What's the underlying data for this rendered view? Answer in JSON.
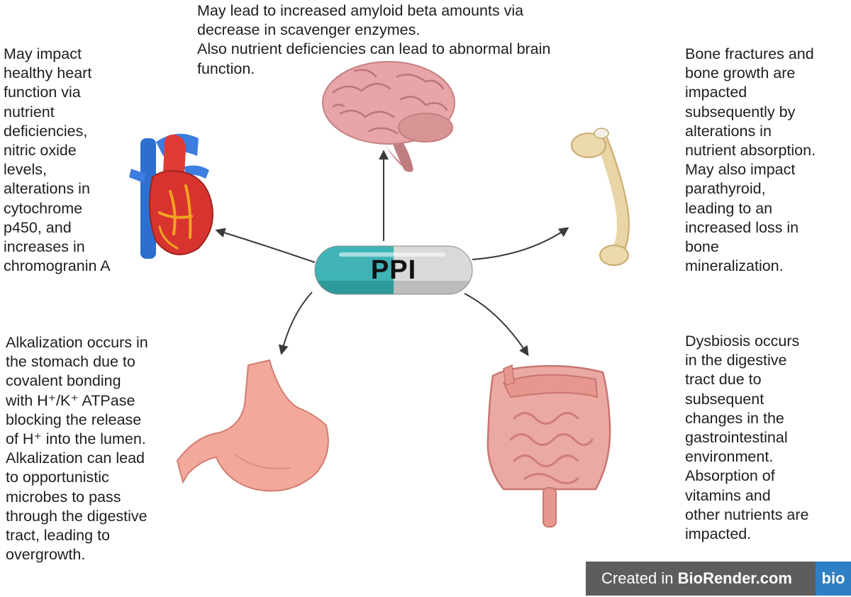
{
  "center": {
    "label": "PPI"
  },
  "effects": {
    "brain": "May lead to increased amyloid beta amounts via\ndecrease in scavenger enzymes.\nAlso nutrient deficiencies can lead to abnormal brain\nfunction.",
    "heart": "May impact\nhealthy heart\nfunction via\nnutrient\ndeficiencies,\nnitric oxide\nlevels,\nalterations in\ncytochrome\np450, and\nincreases in\nchromogranin A",
    "bone": "Bone fractures and\nbone growth are\nimpacted\nsubsequently by\nalterations in\nnutrient absorption.\nMay also impact\nparathyroid,\nleading to an\nincreased loss in\nbone\nmineralization.",
    "stomach": "Alkalization occurs in\nthe stomach due to\ncovalent bonding\nwith H⁺/K⁺ ATPase\nblocking the release\nof H⁺ into the lumen.\nAlkalization can lead\nto opportunistic\nmicrobes to pass\nthrough the digestive\ntract, leading to\novergrowth.",
    "intestine": "Dysbiosis occurs\nin the digestive\ntract due to\nsubsequent\nchanges in the\ngastrointestinal\nenvironment.\nAbsorption of\nvitamins and\nother nutrients are\nimpacted."
  },
  "watermark": {
    "prefix": "Created in ",
    "brand": "BioRender.com",
    "logo": "bio"
  },
  "colors": {
    "pill_left": "#3fb3b5",
    "pill_right": "#d9d9d9",
    "arrow": "#3a3a3a",
    "badge": "#5d5d5d",
    "logo": "#2f7fc4"
  },
  "icons": [
    "brain-icon",
    "heart-icon",
    "bone-icon",
    "stomach-icon",
    "intestine-icon",
    "pill-icon"
  ]
}
